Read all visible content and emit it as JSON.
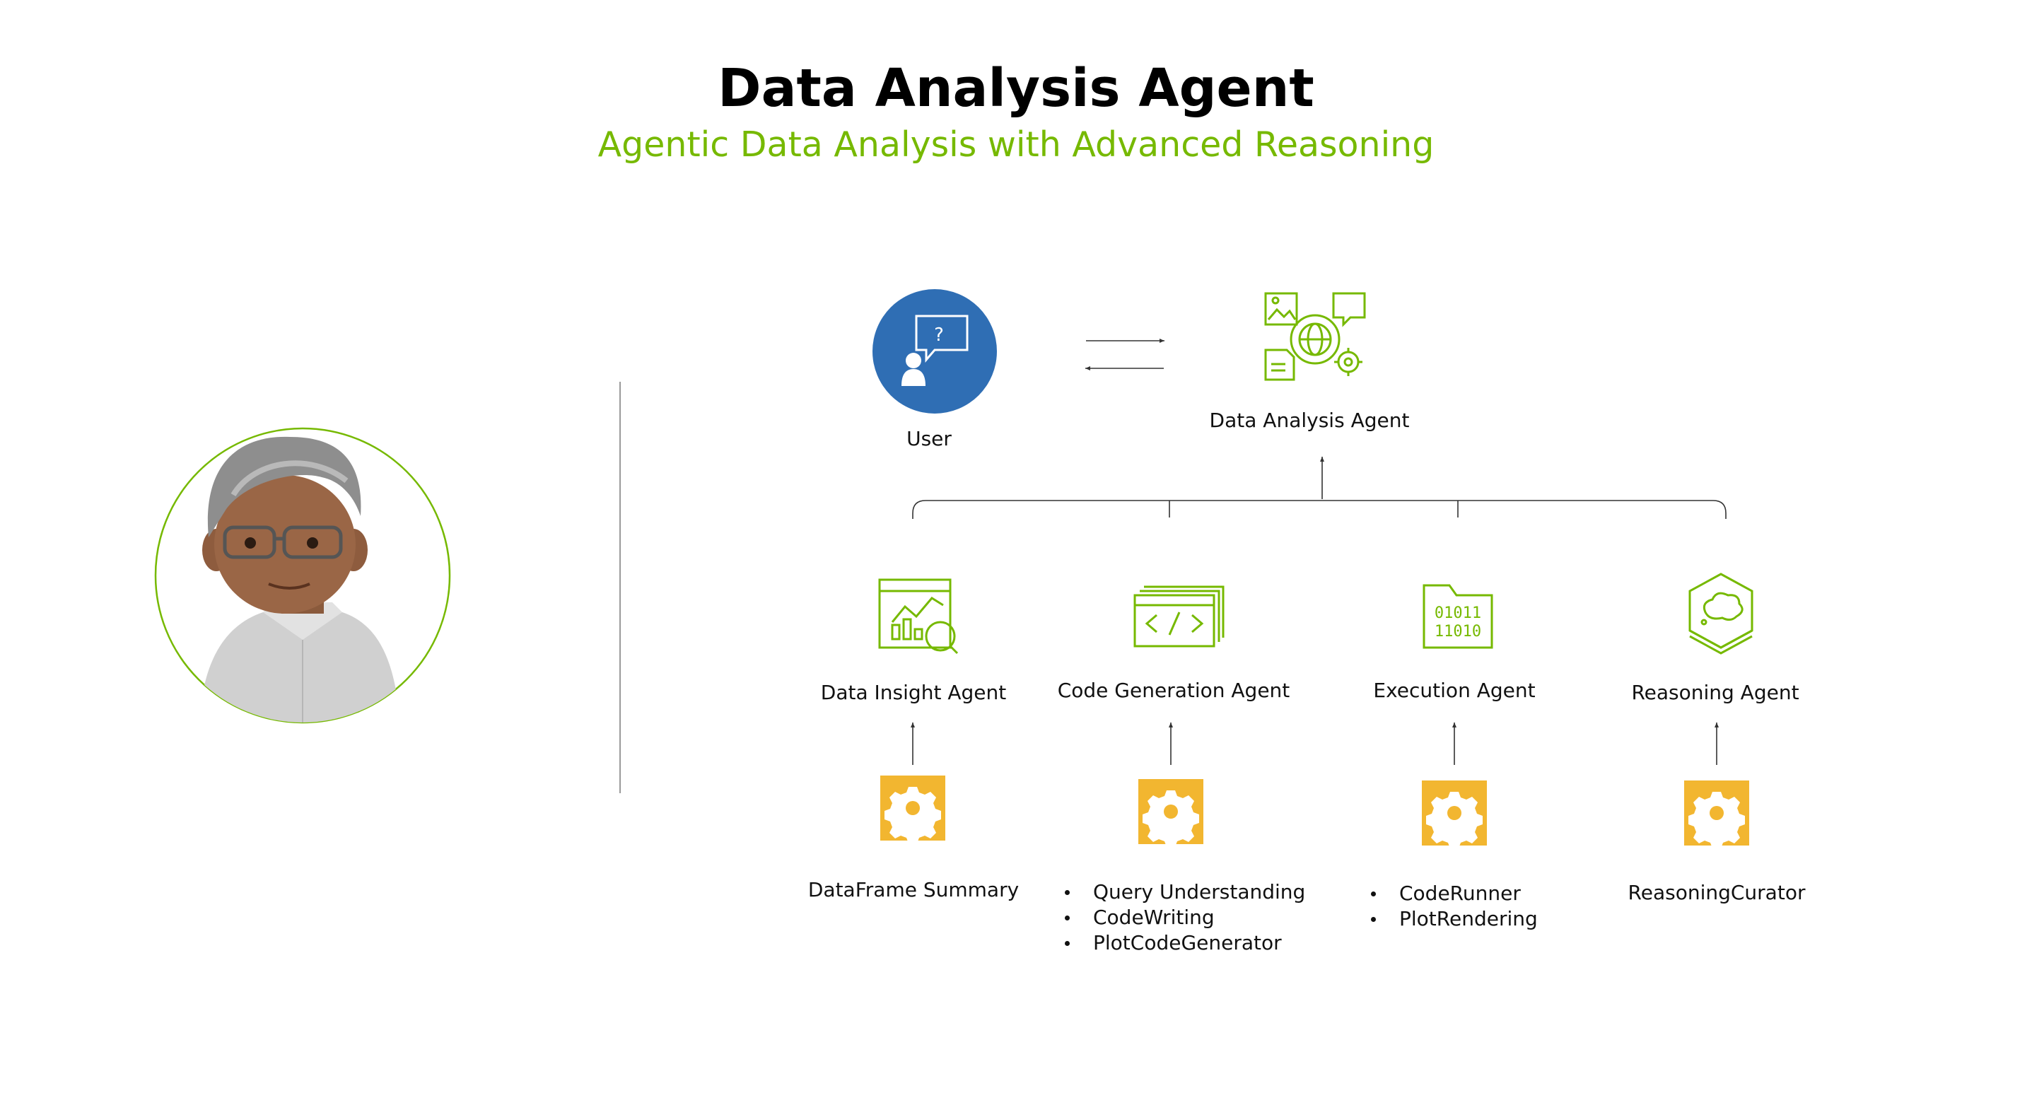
{
  "title": "Data Analysis Agent",
  "subtitle": "Agentic Data Analysis with Advanced Reasoning",
  "colors": {
    "brand_green": "#76b900",
    "user_blue": "#2f6eb4",
    "tool_yellow": "#f2b630",
    "line": "#333333"
  },
  "diagram": {
    "user": {
      "label": "User",
      "icon": "user-question-icon"
    },
    "main_agent": {
      "label": "Data Analysis Agent",
      "icon": "data-analysis-network-icon"
    },
    "sub_agents": [
      {
        "label": "Data Insight Agent",
        "icon": "chart-magnifier-icon",
        "tools": [
          "DataFrame Summary"
        ]
      },
      {
        "label": "Code Generation Agent",
        "icon": "code-window-icon",
        "tools": [
          "Query Understanding",
          "CodeWriting",
          "PlotCodeGenerator"
        ]
      },
      {
        "label": "Execution Agent",
        "icon": "binary-folder-icon",
        "tools": [
          "CodeRunner",
          "PlotRendering"
        ]
      },
      {
        "label": "Reasoning Agent",
        "icon": "reasoning-cube-icon",
        "tools": [
          "ReasoningCurator"
        ]
      }
    ],
    "tool_icon": "gear-icon"
  }
}
